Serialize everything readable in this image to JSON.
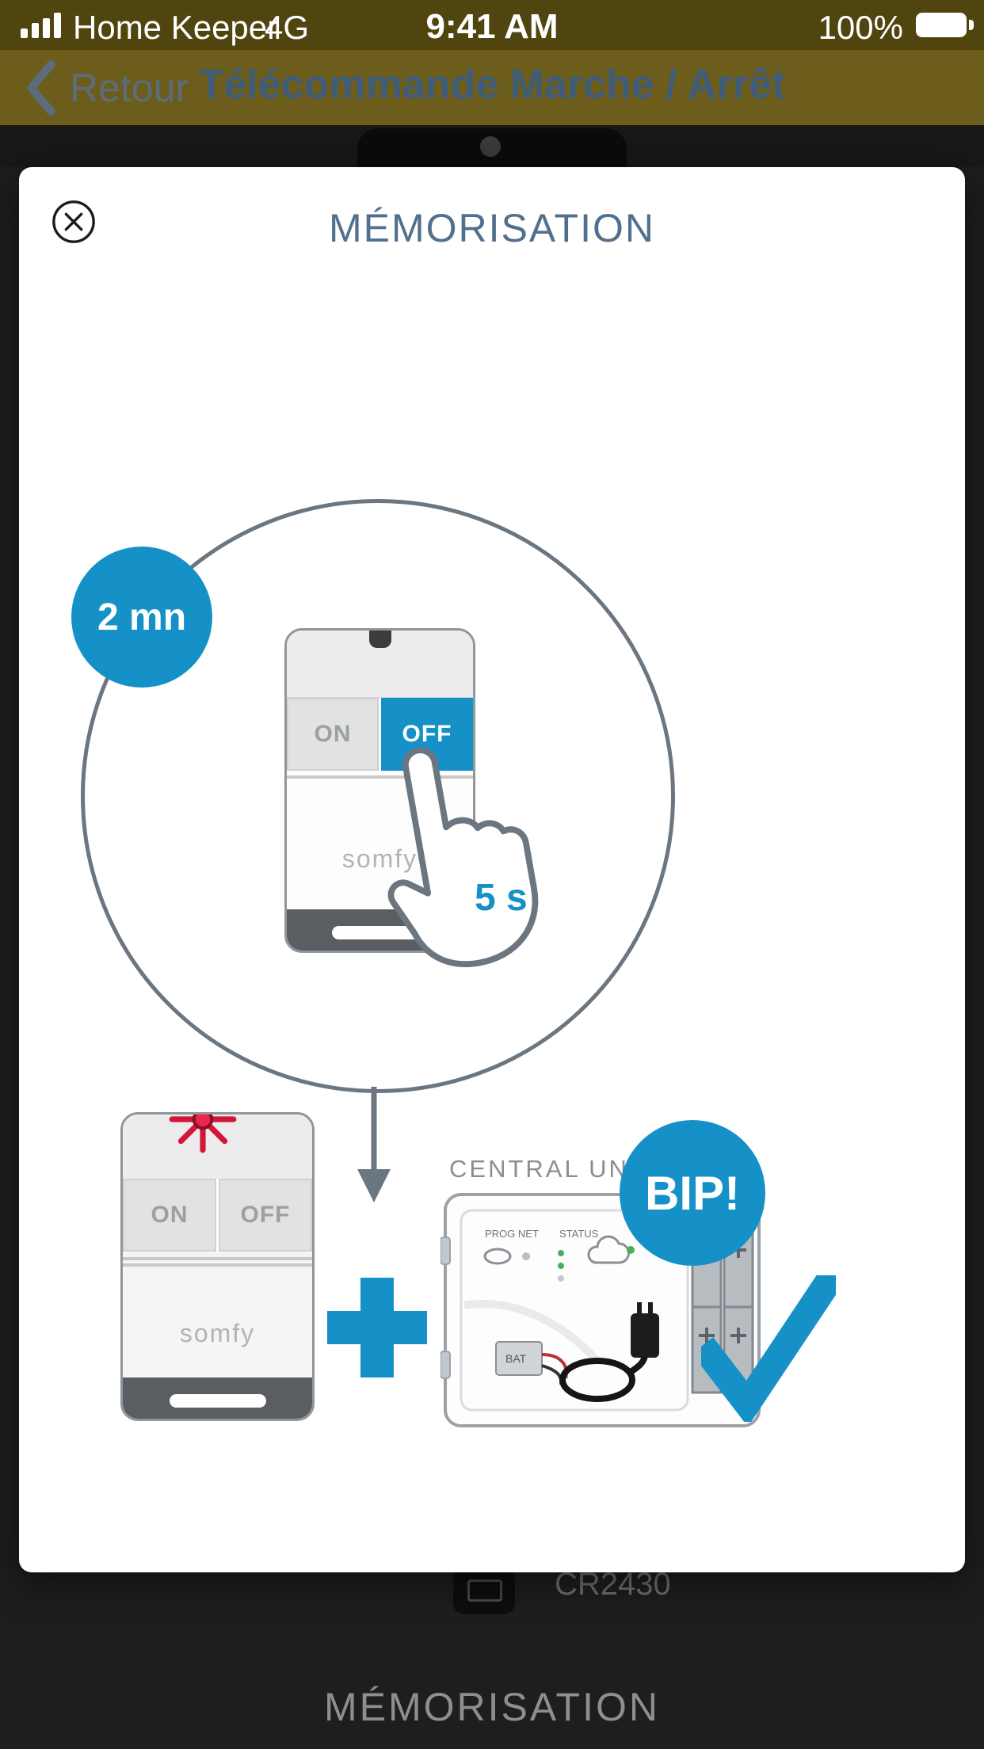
{
  "status_bar": {
    "carrier": "Home Keeper",
    "network": "4G",
    "time": "9:41 AM",
    "battery_percent": "100%"
  },
  "nav": {
    "back": "Retour",
    "title": "Télécommande Marche / Arrêt"
  },
  "modal": {
    "title": "MÉMORISATION",
    "timer_badge": "2 mn",
    "press_duration": "5 s",
    "plus": "+",
    "bip": "BIP!",
    "central_unit_label": "CENTRAL UNIT",
    "remote1": {
      "on": "ON",
      "off": "OFF",
      "brand": "somfy"
    },
    "remote2": {
      "on": "ON",
      "off": "OFF",
      "brand": "somfy"
    },
    "central_unit": {
      "prog_net": "PROG  NET",
      "status": "STATUS",
      "bat": "BAT"
    }
  },
  "background_page": {
    "battery_model": "CR2430",
    "section_title": "MÉMORISATION"
  },
  "colors": {
    "accent_blue": "#1591c8",
    "title_slate": "#52708e",
    "header_olive": "#6d5d1c"
  }
}
